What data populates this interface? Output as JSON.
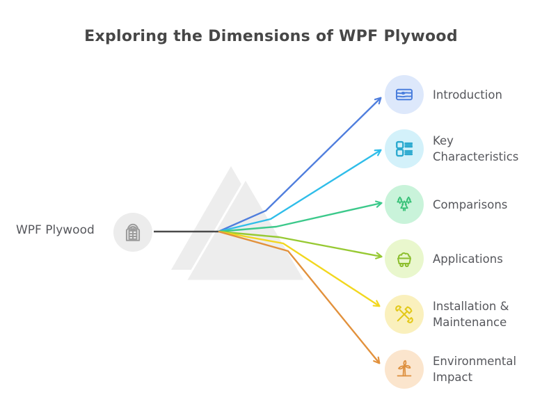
{
  "title": "Exploring the Dimensions of WPF Plywood",
  "root": {
    "label": "WPF Plywood",
    "icon": "window-icon",
    "circle_color": "#ececec",
    "icon_color": "#9b9b9b"
  },
  "branches": [
    {
      "id": "introduction",
      "label": "Introduction",
      "icon": "plywood-board-icon",
      "line_color": "#4f7edd",
      "circle_color": "#dde8fb",
      "icon_color": "#4b7fdd"
    },
    {
      "id": "key-characteristics",
      "label": "Key\nCharacteristics",
      "icon": "list-icon",
      "line_color": "#2fbde9",
      "circle_color": "#d3f1fa",
      "icon_color": "#2aa9cf"
    },
    {
      "id": "comparisons",
      "label": "Comparisons",
      "icon": "pine-trees-icon",
      "line_color": "#3cc98b",
      "circle_color": "#c9f3da",
      "icon_color": "#37c177"
    },
    {
      "id": "applications",
      "label": "Applications",
      "icon": "mine-cart-icon",
      "line_color": "#97c933",
      "circle_color": "#e9f7cd",
      "icon_color": "#8cbe2d"
    },
    {
      "id": "installation-maintenance",
      "label": "Installation &\nMaintenance",
      "icon": "crossed-tools-icon",
      "line_color": "#f2d71f",
      "circle_color": "#faf0bd",
      "icon_color": "#e3c818"
    },
    {
      "id": "environmental-impact",
      "label": "Environmental\nImpact",
      "icon": "wind-turbine-icon",
      "line_color": "#e2913c",
      "circle_color": "#fbe5cd",
      "icon_color": "#dd8f3d"
    }
  ],
  "prism": {
    "fill": "#ededed",
    "connector_color": "#4a4a4a"
  }
}
